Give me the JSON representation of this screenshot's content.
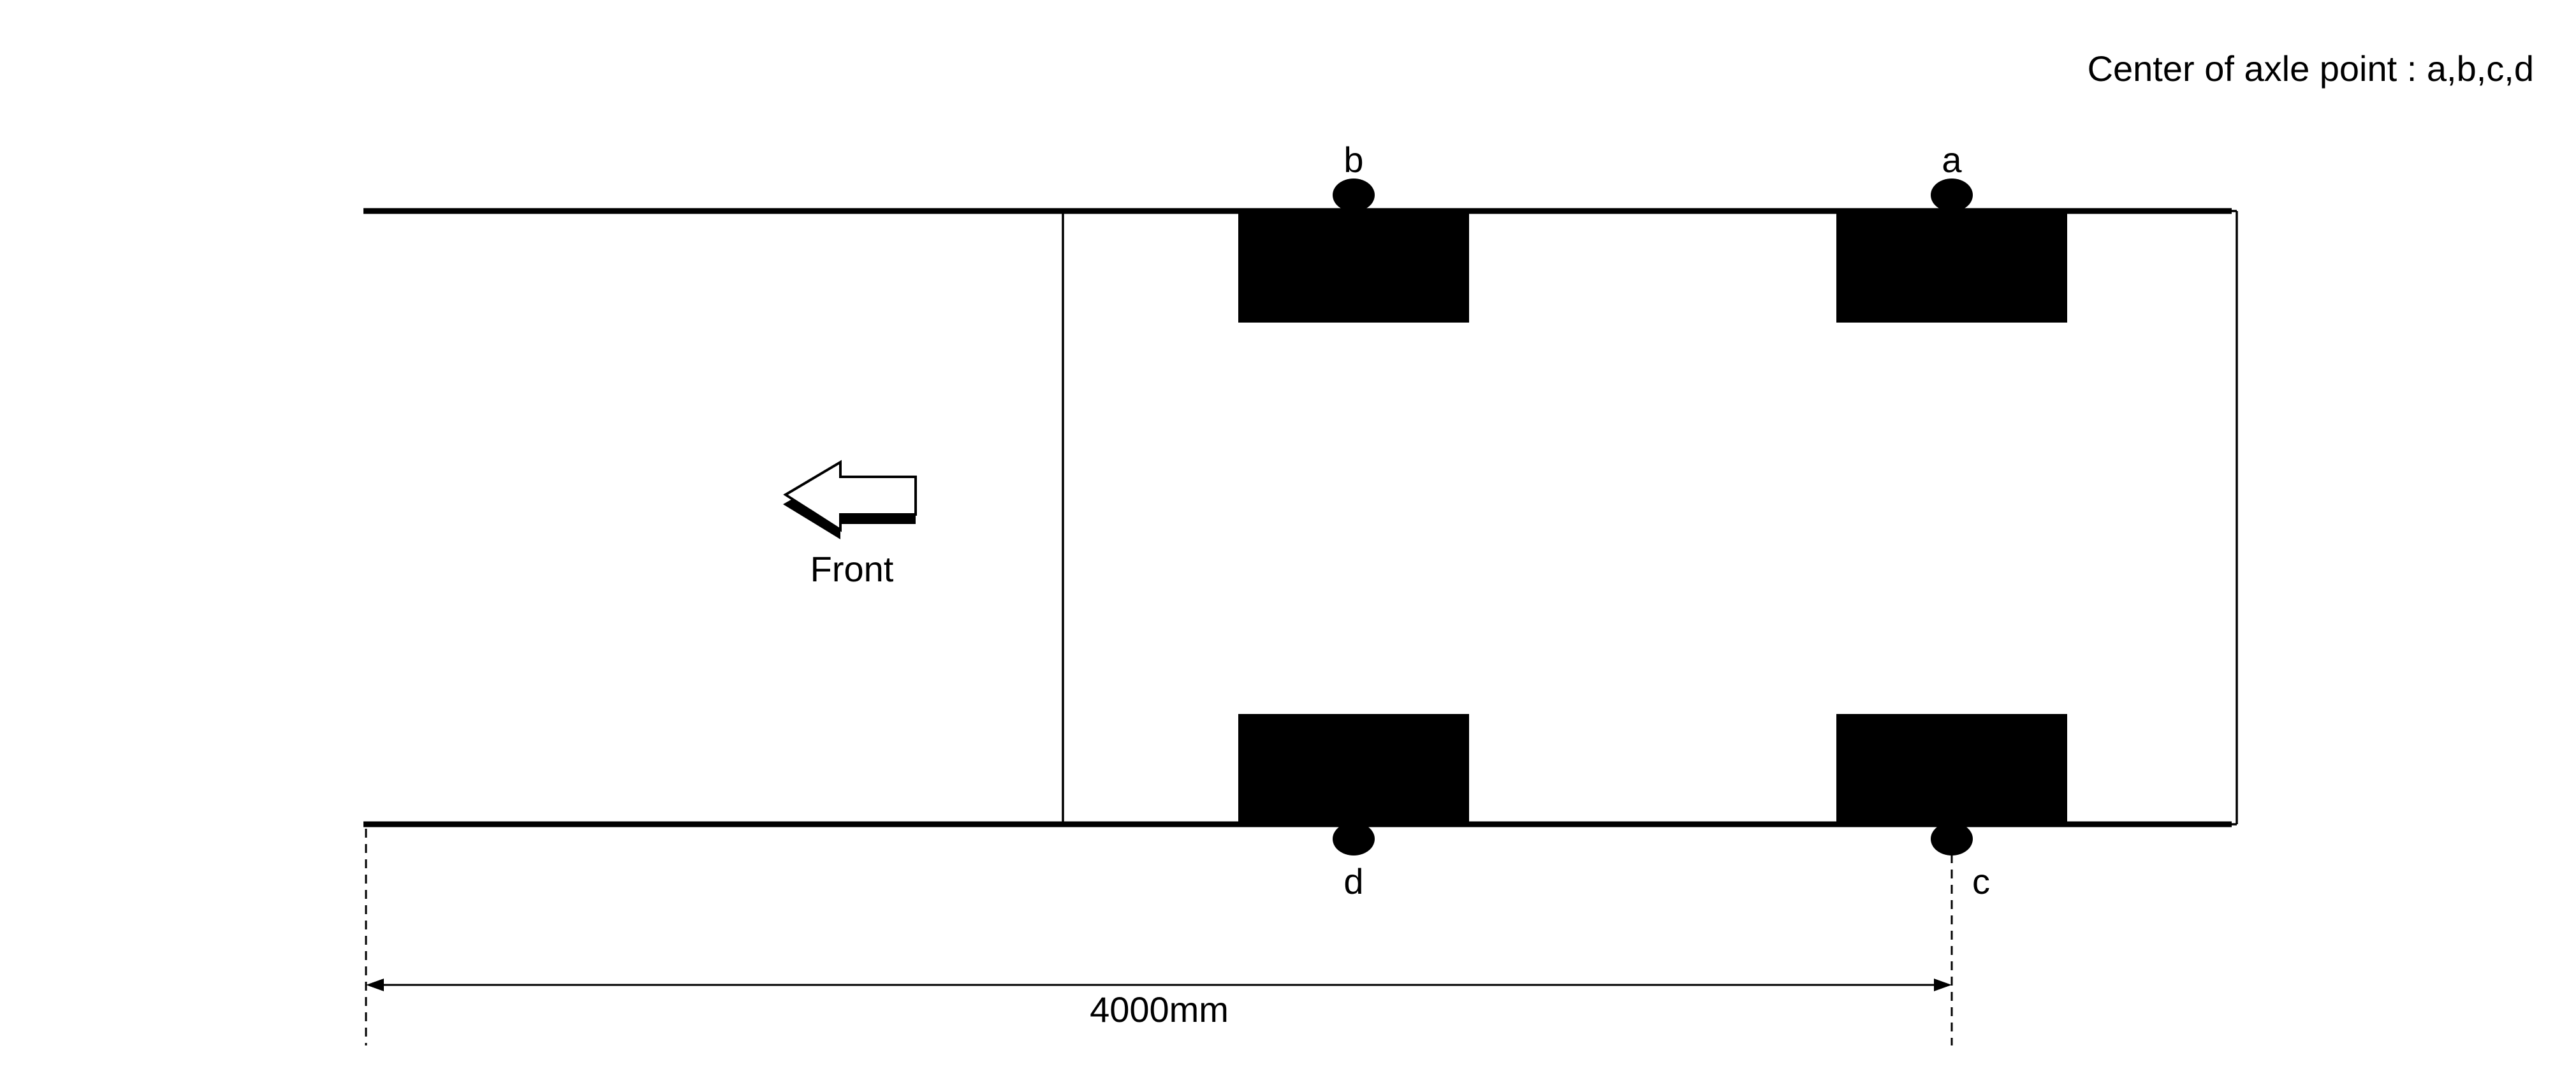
{
  "legend": "Center of axle point : a,b,c,d",
  "direction_label": "Front",
  "dimension_label": "4000mm",
  "axle_points": {
    "a": "a",
    "b": "b",
    "c": "c",
    "d": "d"
  },
  "colors": {
    "ink": "#000000",
    "background": "#ffffff"
  }
}
